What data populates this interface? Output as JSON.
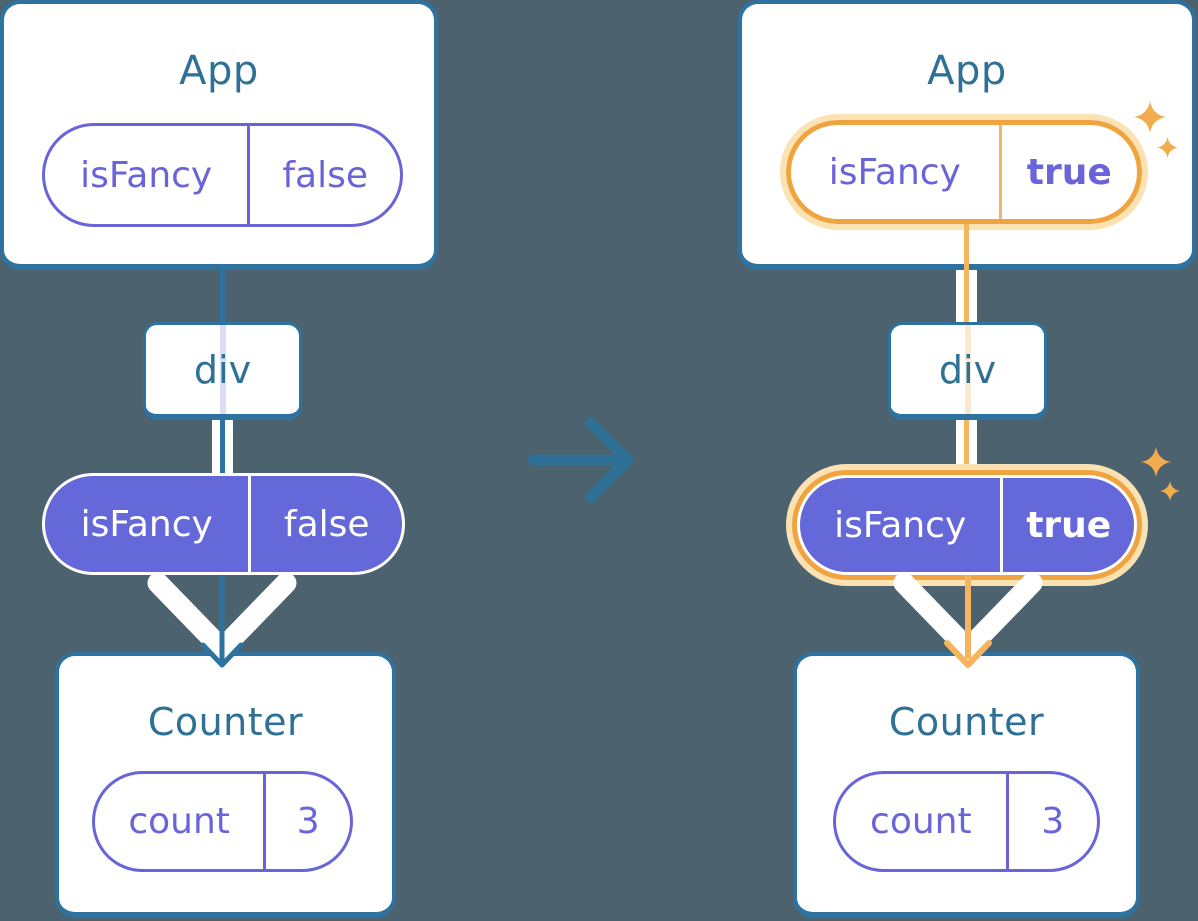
{
  "icons": {
    "transition": "right-arrow-icon",
    "highlight": "sparkle-icon"
  },
  "colors": {
    "background": "#4C636F",
    "card": "#FFFFFF",
    "steel_blue": "#2E72A0",
    "heading_blue": "#2F7196",
    "purple": "#6568D9",
    "lavender_thread": "#D9DEF4",
    "orange": "#F0A43F",
    "orange_glow": "#FBE2B3",
    "orange_thread": "#FAEAD1",
    "orange_line": "#F5B55F",
    "sparkle": "#F2AC4B"
  },
  "before": {
    "app_title": "App",
    "app_prop_name": "isFancy",
    "app_prop_value": "false",
    "container_label": "div",
    "passed_prop_name": "isFancy",
    "passed_prop_value": "false",
    "counter_title": "Counter",
    "state_name": "count",
    "state_value": "3"
  },
  "after": {
    "app_title": "App",
    "app_prop_name": "isFancy",
    "app_prop_value": "true",
    "container_label": "div",
    "passed_prop_name": "isFancy",
    "passed_prop_value": "true",
    "counter_title": "Counter",
    "state_name": "count",
    "state_value": "3"
  }
}
